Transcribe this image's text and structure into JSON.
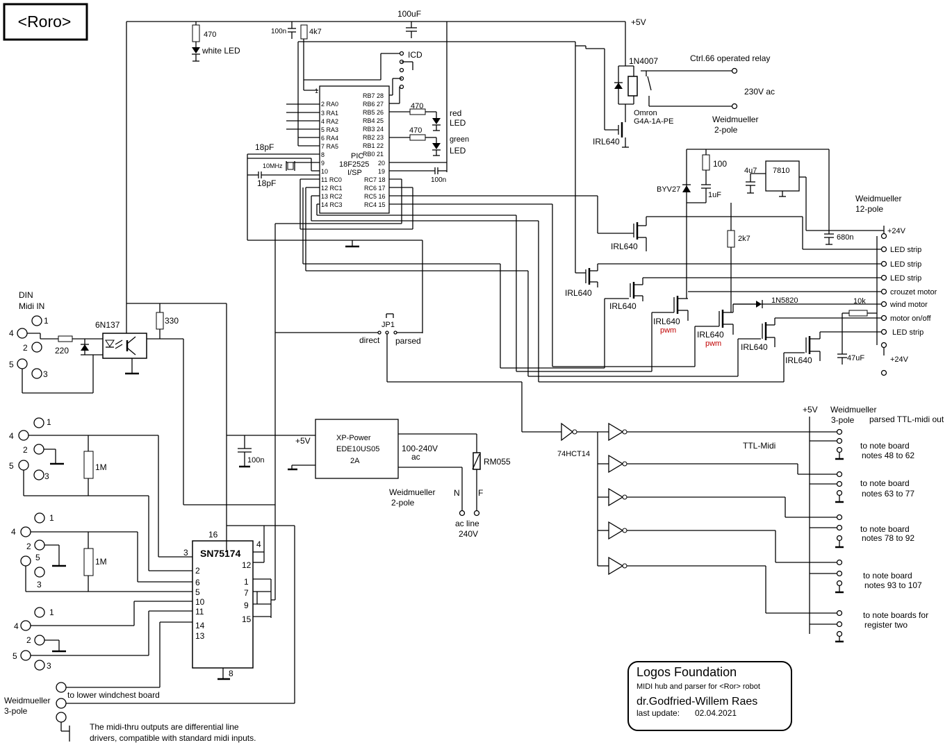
{
  "title": "<Roro>",
  "supply": "+5V",
  "cap_100uF": "100uF",
  "cap_100n_top": "100n",
  "res_4k7": "4k7",
  "res_470_led": "470",
  "white_led": "white LED",
  "icd": "ICD",
  "pic": {
    "name1": "PIC",
    "name2": "18F2525",
    "name3": "I/SP",
    "left_pins": [
      "1",
      "2 RA0",
      "3 RA1",
      "4 RA2",
      "5 RA3",
      "6 RA4",
      "7 RA5",
      "8",
      "9",
      "10",
      "11 RC0",
      "12 RC1",
      "13 RC2",
      "14 RC3"
    ],
    "right_pins": [
      "RB7 28",
      "RB6 27",
      "RB5 26",
      "RB4 25",
      "RB3 24",
      "RB2 23",
      "RB1 22",
      "RB0 21",
      "20",
      "19",
      "RC7 18",
      "RC6 17",
      "RC5 16",
      "RC4 15"
    ]
  },
  "crystal": "10MHz",
  "cap_18pf_a": "18pF",
  "cap_18pf_b": "18pF",
  "cap_100n_pic": "100n",
  "res_470_red": "470",
  "res_470_green": "470",
  "led_red": [
    "red",
    "LED"
  ],
  "led_green": [
    "green",
    "LED"
  ],
  "diode_1n4007": "1N4007",
  "relay_label": "Ctrl.66 operated relay",
  "relay_v": "230V ac",
  "relay_part": [
    "Omron",
    "G4A-1A-PE"
  ],
  "weid_2pole_top": [
    "Weidmueller",
    "2-pole"
  ],
  "irl": "IRL640",
  "pwm": "pwm",
  "res_100": "100",
  "cap_4u7": "4u7",
  "reg_7810": "7810",
  "byv27": "BYV27",
  "cap_1uf": "1uF",
  "res_2k7": "2k7",
  "cap_680n": "680n",
  "weid_12pole": [
    "Weidmueller",
    "12-pole"
  ],
  "outputs": [
    "+24V",
    "LED strip",
    "LED strip",
    "LED strip",
    "crouzet motor",
    "wind motor",
    "motor on/off",
    "LED strip",
    "+24V"
  ],
  "diode_1n5820": "1N5820",
  "res_10k": "10k",
  "cap_47uf": "47uF",
  "din": [
    "DIN",
    "Midi IN"
  ],
  "opto": "6N137",
  "res_220": "220",
  "res_330": "330",
  "jp1": "JP1",
  "direct": "direct",
  "parsed": "parsed",
  "psu": [
    "XP-Power",
    "EDE10US05",
    "2A"
  ],
  "psu_in": [
    "100-240V",
    "ac"
  ],
  "psu_out": "+5V",
  "rm055": "RM055",
  "weid_2pole_ac": [
    "Weidmueller",
    "2-pole"
  ],
  "n": "N",
  "f": "F",
  "acline": [
    "ac line",
    "240V"
  ],
  "cap_100n_psu": "100n",
  "res_1m_a": "1M",
  "res_1m_b": "1M",
  "sn": "SN75174",
  "sn_pins_left": [
    "3",
    "2",
    "6",
    "5",
    "10",
    "11",
    "14",
    "13"
  ],
  "sn_pins_right": [
    "4",
    "12",
    "1",
    "7",
    "9",
    "15"
  ],
  "sn_top": "16",
  "sn_bot": "8",
  "hct": "74HCT14",
  "ttl_midi": "TTL-Midi",
  "weid_3pole_right": [
    "Weidmueller",
    "3-pole"
  ],
  "parsed_out": "parsed TTL-midi out",
  "supply_right": "+5V",
  "note_boards": [
    [
      "to note board",
      "notes 48 to 62"
    ],
    [
      "to note board",
      "notes 63 to 77"
    ],
    [
      "to note board",
      "notes 78 to 92"
    ],
    [
      "to note board",
      "notes 93 to 107"
    ],
    [
      "to note boards for",
      "register two"
    ]
  ],
  "lower_windchest": "to lower windchest board",
  "weid_3pole_left": [
    "Weidmueller",
    "3-pole"
  ],
  "footnote": [
    "The midi-thru outputs are differential line",
    "drivers, compatible with standard midi inputs."
  ],
  "titleblock": {
    "org": "Logos Foundation",
    "desc": "MIDI hub and parser for <Ror> robot",
    "author": "dr.Godfried-Willem Raes",
    "upd_label": "last update:",
    "upd_date": "02.04.2021"
  }
}
